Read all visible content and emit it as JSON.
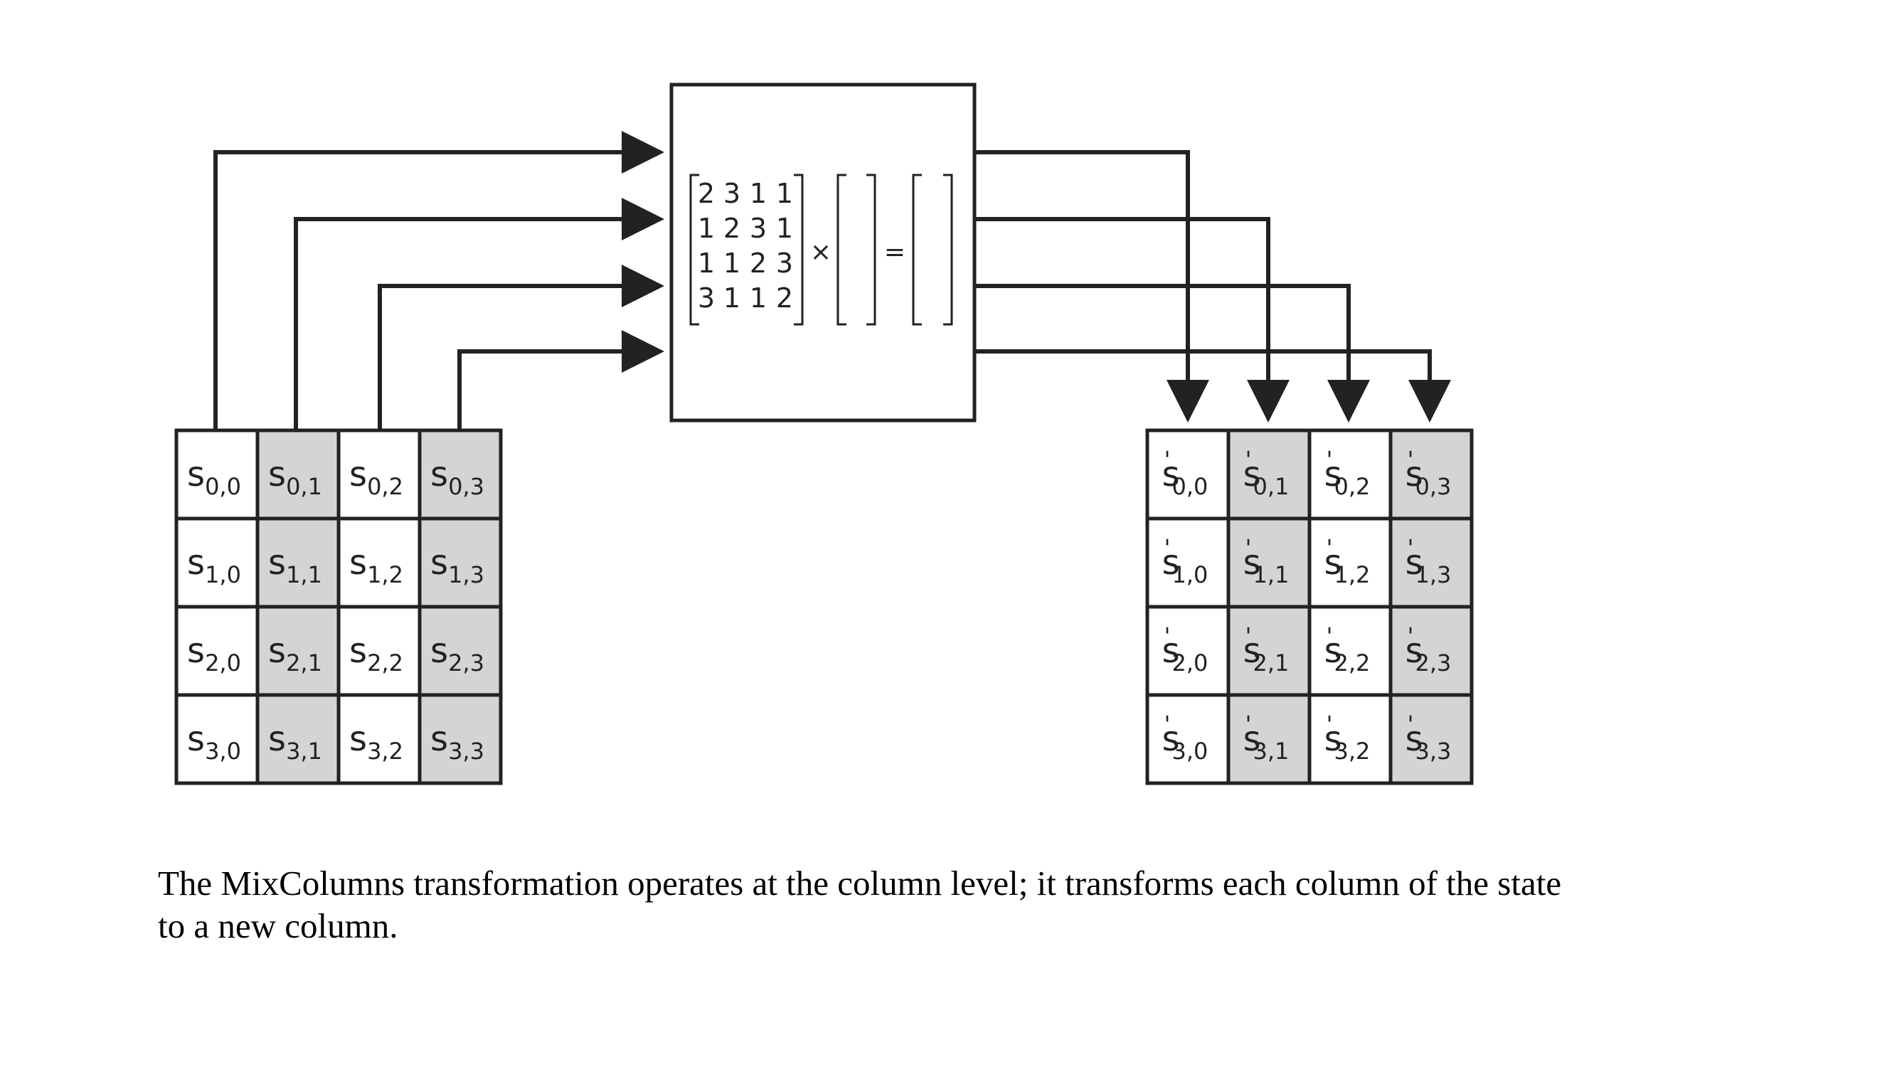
{
  "matrix": [
    [
      "2",
      "3",
      "1",
      "1"
    ],
    [
      "1",
      "2",
      "3",
      "1"
    ],
    [
      "1",
      "1",
      "2",
      "3"
    ],
    [
      "3",
      "1",
      "1",
      "2"
    ]
  ],
  "operators": {
    "multiply": "×",
    "equals": "="
  },
  "state_symbol": "s",
  "prime_mark": "'",
  "indices": [
    [
      "0,0",
      "0,1",
      "0,2",
      "0,3"
    ],
    [
      "1,0",
      "1,1",
      "1,2",
      "1,3"
    ],
    [
      "2,0",
      "2,1",
      "2,2",
      "2,3"
    ],
    [
      "3,0",
      "3,1",
      "3,2",
      "3,3"
    ]
  ],
  "colors": {
    "stroke": "#222222",
    "shaded": "#d4d4d4",
    "plain": "#ffffff"
  },
  "caption": "The MixColumns transformation operates at the column level; it transforms each column of the state to a new column."
}
